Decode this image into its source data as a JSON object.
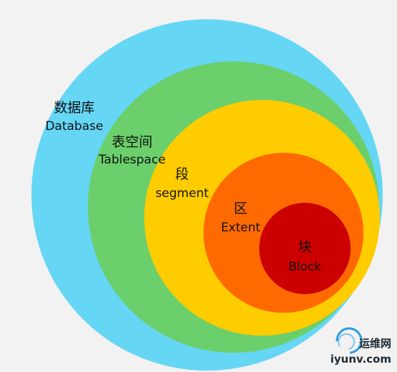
{
  "diagram": {
    "levels": [
      {
        "cn": "数据库",
        "en": "Database",
        "color": "#66d6f5"
      },
      {
        "cn": "表空间",
        "en": "Tablespace",
        "color": "#6bcf6b"
      },
      {
        "cn": "段",
        "en": "segment",
        "color": "#ffcc00"
      },
      {
        "cn": "区",
        "en": "Extent",
        "color": "#ff6a00"
      },
      {
        "cn": "块",
        "en": "Block",
        "color": "#cc0000"
      }
    ],
    "background": "#f2f2f2"
  },
  "watermark": {
    "brand": "运维网",
    "url": "iyunv.com"
  }
}
